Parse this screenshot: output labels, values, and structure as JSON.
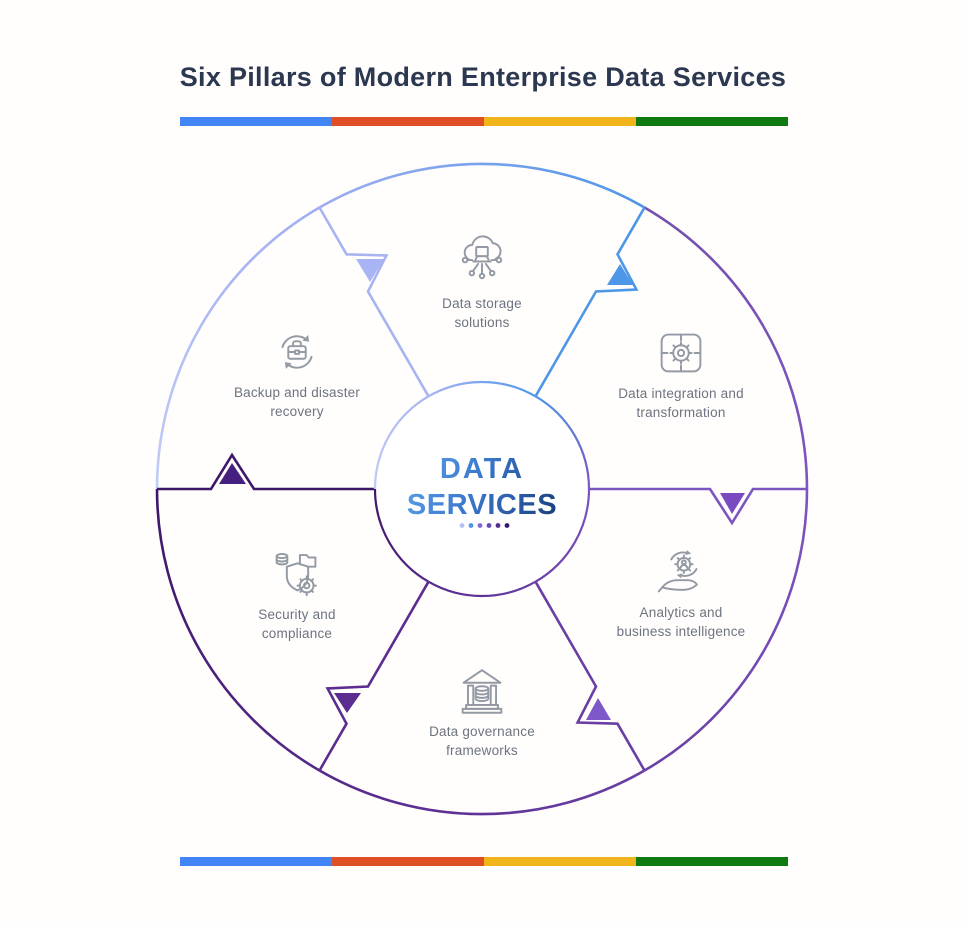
{
  "title": "Six Pillars of Modern Enterprise Data Services",
  "accent_bar": {
    "colors": [
      "#4285F4",
      "#E04E26",
      "#F2B41B",
      "#0E7A10"
    ]
  },
  "wheel": {
    "center": {
      "line1": "DATA",
      "line2": "SERVICES",
      "dot_colors": [
        "#B9C1F4",
        "#4D96E8",
        "#8468D8",
        "#6B46B2",
        "#532C92",
        "#371968"
      ]
    },
    "boundaries": [
      {
        "name": "upper-left",
        "line_color": "#A8B4F2",
        "arrow_color": "#A9B4F4",
        "arrow_direction": "down"
      },
      {
        "name": "upper-right",
        "line_color": "#4D96E8",
        "arrow_color": "#4D96E8",
        "arrow_direction": "up"
      },
      {
        "name": "right",
        "line_color": "#7C55C0",
        "arrow_color": "#7A4BC0",
        "arrow_direction": "down"
      },
      {
        "name": "lower-right",
        "line_color": "#6A3FA5",
        "arrow_color": "#7E57C8",
        "arrow_direction": "up"
      },
      {
        "name": "lower-left",
        "line_color": "#5B2D90",
        "arrow_color": "#5B2D90",
        "arrow_direction": "down"
      },
      {
        "name": "left",
        "line_color": "#3D1668",
        "arrow_color": "#45207E",
        "arrow_direction": "up"
      }
    ],
    "segments": [
      {
        "id": "data-storage",
        "label_line1": "Data storage",
        "label_line2": "solutions",
        "icon": "cloud-network-icon"
      },
      {
        "id": "data-integration",
        "label_line1": "Data integration and",
        "label_line2": "transformation",
        "icon": "puzzle-gear-icon"
      },
      {
        "id": "analytics-bi",
        "label_line1": "Analytics and",
        "label_line2": "business intelligence",
        "icon": "hand-gear-icon"
      },
      {
        "id": "data-governance",
        "label_line1": "Data governance",
        "label_line2": "frameworks",
        "icon": "bank-database-icon"
      },
      {
        "id": "security",
        "label_line1": "Security and",
        "label_line2": "compliance",
        "icon": "shield-database-icon"
      },
      {
        "id": "backup",
        "label_line1": "Backup and disaster",
        "label_line2": "recovery",
        "icon": "briefcase-sync-icon"
      }
    ]
  }
}
